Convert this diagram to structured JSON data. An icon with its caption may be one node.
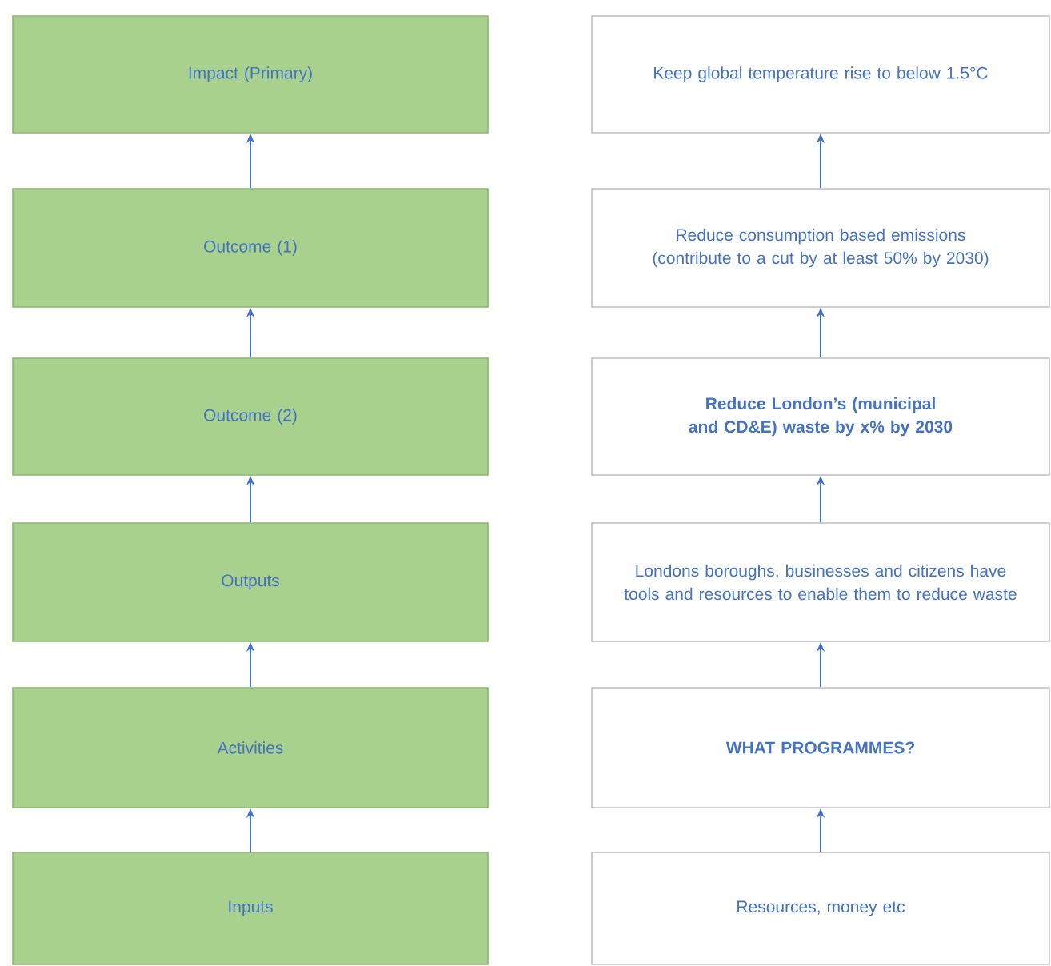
{
  "diagram": {
    "nodes": [
      {
        "text": [
          "Impact (Primary)"
        ]
      },
      {
        "text": [
          "Outcome (1)"
        ]
      },
      {
        "text": [
          "Outcome (2)"
        ]
      },
      {
        "text": [
          "Outputs"
        ]
      },
      {
        "text": [
          "Activities"
        ]
      },
      {
        "text": [
          "Inputs"
        ]
      },
      {
        "text": [
          "Keep global temperature rise to below 1.5°C"
        ]
      },
      {
        "text": [
          "Reduce consumption based emissions (contribute to a cut by at least 50% by 2030)"
        ]
      },
      {
        "text": [
          "Reduce London’s (municipal and CD&E) waste by x% by 2030"
        ]
      },
      {
        "text": [
          "Londons boroughs, businesses and citizens have tools and resources to enable them to reduce waste"
        ]
      },
      {
        "text": [
          "WHAT PROGRAMMES?"
        ]
      },
      {
        "text": [
          "Resources, money etc"
        ]
      }
    ],
    "edges": [
      {
        "from": 1,
        "to": 0,
        "arrow": "to"
      },
      {
        "from": 2,
        "to": 1,
        "arrow": "to"
      },
      {
        "from": 3,
        "to": 2,
        "arrow": "to"
      },
      {
        "from": 4,
        "to": 3,
        "arrow": "to"
      },
      {
        "from": 5,
        "to": 4,
        "arrow": "to"
      },
      {
        "from": 7,
        "to": 6,
        "arrow": "to"
      },
      {
        "from": 8,
        "to": 7,
        "arrow": "to"
      },
      {
        "from": 9,
        "to": 8,
        "arrow": "to"
      },
      {
        "from": 10,
        "to": 9,
        "arrow": "to"
      },
      {
        "from": 11,
        "to": 10,
        "arrow": "to"
      }
    ]
  }
}
